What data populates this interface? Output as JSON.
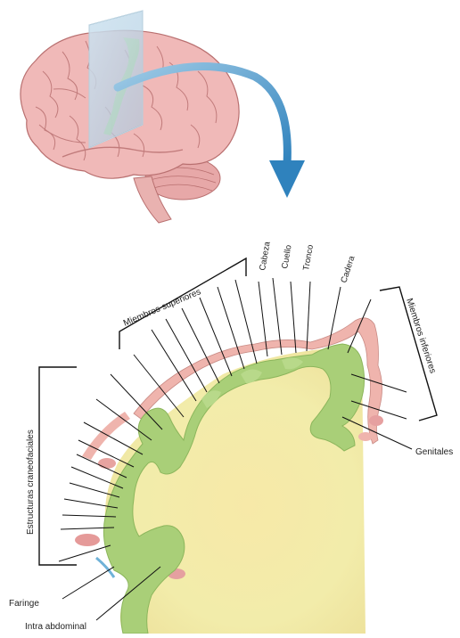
{
  "labels": {
    "miembros_superiores": "Miembros superiores",
    "cabeza": "Cabeza",
    "cuello": "Cuello",
    "tronco": "Tronco",
    "cadera": "Cadera",
    "miembros_inferiores": "Miembros inferiores",
    "estructuras_craneofaciales": "Estructuras craneofaciales",
    "genitales": "Genitales",
    "faringe": "Faringe",
    "intra_abdominal": "Intra abdominal"
  },
  "colors": {
    "cortex_green": "#a9cf78",
    "white_matter": "#f3eca0",
    "brain_pink": "#efb7b8",
    "arrow_blue": "#3a8ec3",
    "plane_blue": "#bcd7e8",
    "membrane_red": "#d98888"
  },
  "icons": {
    "brain": "brain-icon",
    "arrow": "curved-arrow-icon",
    "section_plane": "section-plane-icon"
  }
}
